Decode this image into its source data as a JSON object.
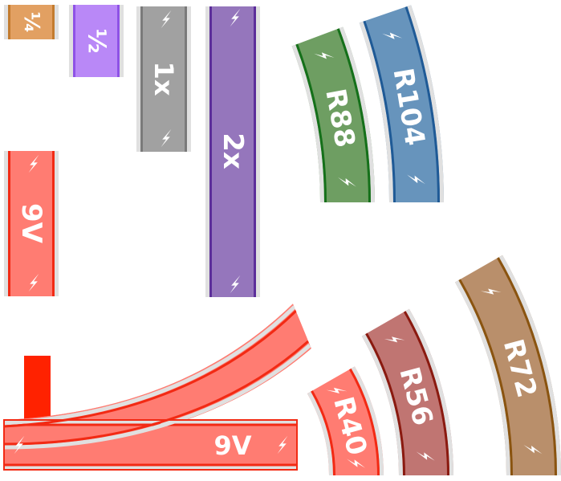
{
  "colors": {
    "quarter": {
      "fill": "#E2A062",
      "rail": "#C37B2E"
    },
    "half": {
      "fill": "#B988F7",
      "rail": "#8E52E6"
    },
    "one_x": {
      "fill": "#A1A1A1",
      "rail": "#7A7A7A"
    },
    "two_x": {
      "fill": "#9576BC",
      "rail": "#5C2E9A"
    },
    "r88": {
      "fill": "#6E9E62",
      "rail": "#15701A"
    },
    "r104": {
      "fill": "#6794BC",
      "rail": "#1F5A96"
    },
    "nine_v": {
      "fill": "#FF7C72",
      "rail": "#F22A14"
    },
    "r40": {
      "fill": "#FF7C72",
      "rail": "#F22A14"
    },
    "r56": {
      "fill": "#C07572",
      "rail": "#8A1A10"
    },
    "r72": {
      "fill": "#B98F6B",
      "rail": "#8A5410"
    },
    "switch": {
      "fill": "#FF7C72",
      "rail": "#F22A14",
      "lever": "#FF2200"
    },
    "sleeper": "#E0E0E0"
  },
  "icons": {
    "power": "lightning-bolt-icon"
  },
  "pieces": {
    "quarter": "¼",
    "half": "½",
    "one_x": "1x",
    "two_x": "2x",
    "r88": "R88",
    "r104": "R104",
    "nine_v": "9V",
    "r40": "R40",
    "r56": "R56",
    "r72": "R72",
    "switch": "9V"
  }
}
